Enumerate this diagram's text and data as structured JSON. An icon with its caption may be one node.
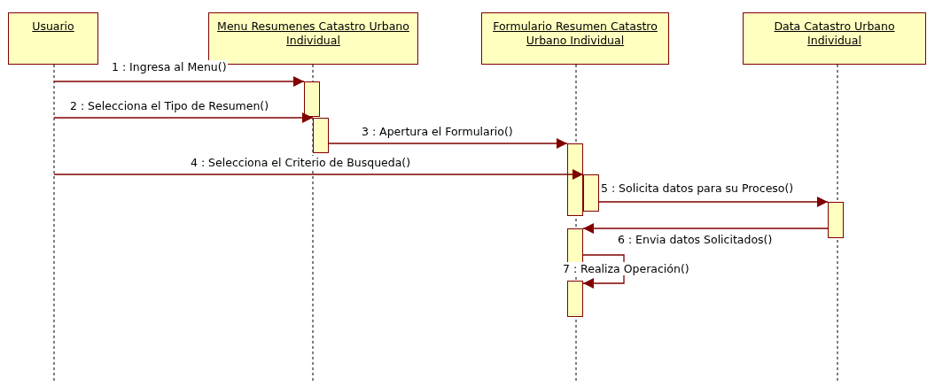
{
  "diagram": {
    "nodes": [
      {
        "text": [
          "Usuario"
        ]
      },
      {
        "text": [
          "Menu Resumenes Catastro Urbano Individual"
        ]
      },
      {
        "text": [
          "Formulario Resumen Catastro Urbano Individual"
        ]
      },
      {
        "text": [
          "Data Catastro Urbano Individual"
        ]
      },
      {
        "text": [],
        "shape": "bar"
      },
      {
        "text": [],
        "shape": "bar"
      },
      {
        "text": [],
        "shape": "bar"
      },
      {
        "text": [],
        "shape": "bar"
      },
      {
        "text": [],
        "shape": "bar"
      },
      {
        "text": [],
        "shape": "bar"
      },
      {
        "text": [],
        "shape": "bar"
      }
    ],
    "edges": [
      {
        "from": null,
        "to": 4,
        "arrow": "to",
        "label": "1 : Ingresa al Menu()"
      },
      {
        "from": null,
        "to": 5,
        "arrow": "to",
        "label": "2 : Selecciona el Tipo de Resumen()"
      },
      {
        "from": 5,
        "to": 6,
        "arrow": "to",
        "label": "3 : Apertura el Formulario()"
      },
      {
        "from": null,
        "to": 7,
        "arrow": "to",
        "label": "4 : Selecciona el Criterio de Busqueda()"
      },
      {
        "from": 7,
        "to": 8,
        "arrow": "to",
        "label": "5 : Solicita datos para su Proceso()"
      },
      {
        "from": 8,
        "to": 9,
        "arrow": "to",
        "label": "6 : Envia datos Solicitados()"
      },
      {
        "from": 9,
        "to": 10,
        "arrow": "to",
        "label": "7 : Realiza Operación()"
      }
    ]
  }
}
